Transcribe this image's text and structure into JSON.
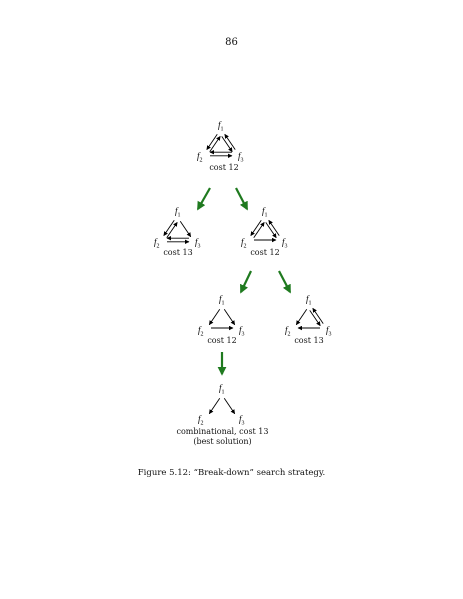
{
  "page_number": "86",
  "caption": "Figure 5.12:  “Break-down” search strategy.",
  "node_labels": {
    "f1_sub": "1",
    "f2_sub": "2",
    "f3_sub": "3",
    "f": "f"
  },
  "nodes": [
    {
      "label": "cost 12"
    },
    {
      "label": "cost 13"
    },
    {
      "label": "cost 12"
    },
    {
      "label": "cost 12"
    },
    {
      "label": "cost 13"
    },
    {
      "label_line1": "combinational, cost 13",
      "label_line2": "(best solution)"
    }
  ],
  "colors": {
    "arrow_green": "#1f7a1f",
    "edge": "#000000"
  }
}
